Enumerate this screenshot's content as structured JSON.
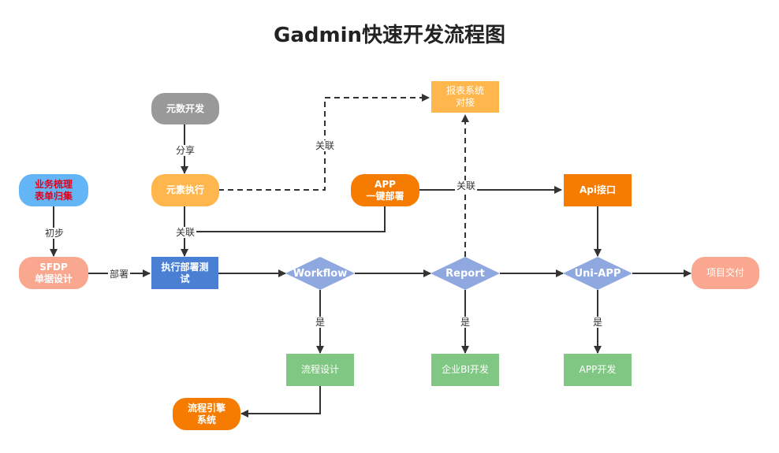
{
  "title": "Gadmin快速开发流程图",
  "nodes": {
    "metadata_dev": "元数开发",
    "metadata_exec": "元素执行",
    "business_sort": "业务梳理\n表单归集",
    "sfdp": "SFDP\n单据设计",
    "exec_deploy_test": "执行部署测\n试",
    "app_deploy": "APP\n一键部署",
    "report_system": "报表系统\n对接",
    "api": "Api接口",
    "workflow": "Workflow",
    "report": "Report",
    "uniapp": "Uni-APP",
    "delivery": "项目交付",
    "flow_design": "流程设计",
    "bi_dev": "企业BI开发",
    "app_dev": "APP开发",
    "flow_engine": "流程引擎\n系统"
  },
  "edge_labels": {
    "share": "分享",
    "related_1": "关联",
    "related_2": "关联",
    "related_3": "关联",
    "initial": "初步",
    "deploy": "部署",
    "yes_1": "是",
    "yes_2": "是",
    "yes_3": "是"
  },
  "colors": {
    "gray": "#999999",
    "orange_light": "#ffb74d",
    "orange": "#f57c00",
    "blue_light": "#64b5f6",
    "salmon": "#f9a78e",
    "blue": "#4a7fd4",
    "diamond": "#8fa8e0",
    "green": "#81c784",
    "line": "#333333"
  }
}
